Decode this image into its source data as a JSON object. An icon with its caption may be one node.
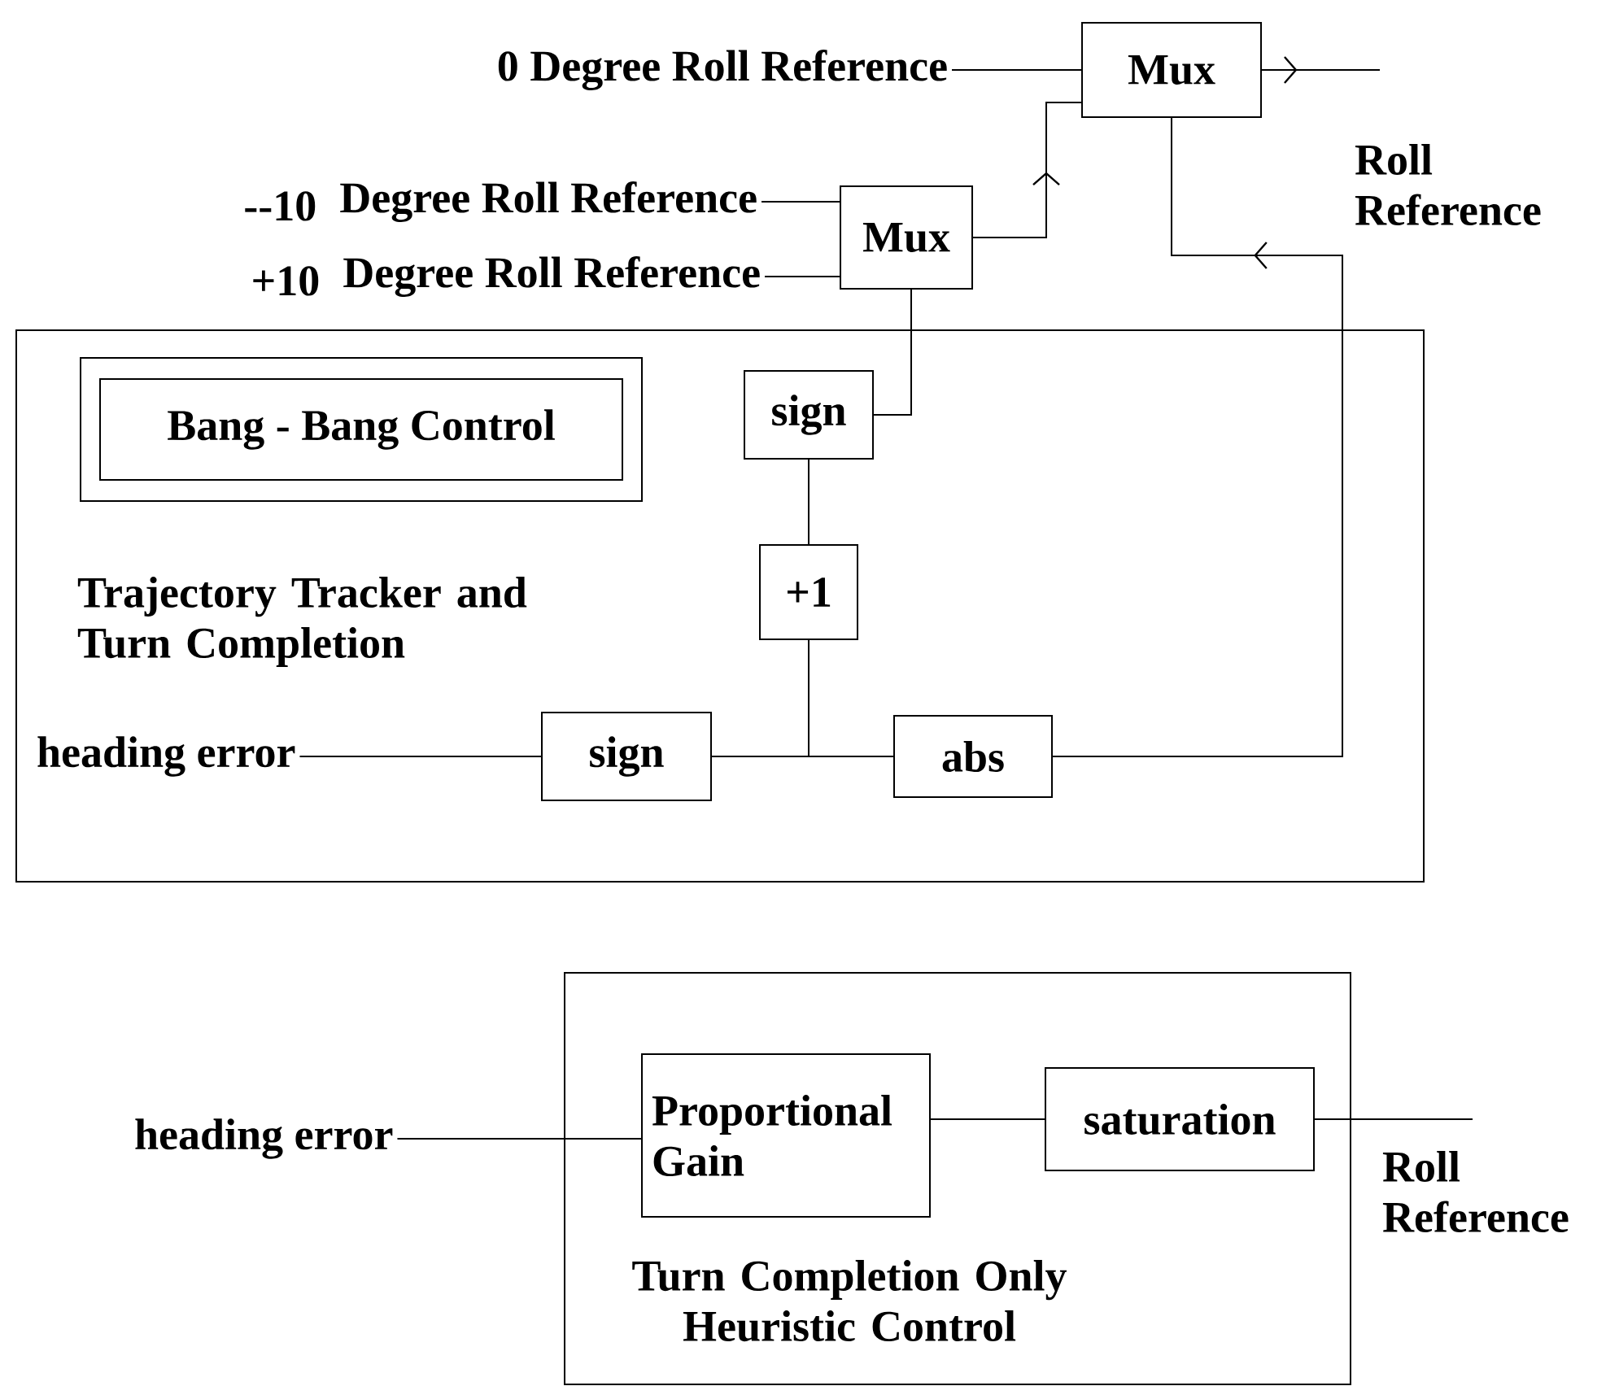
{
  "diagram": {
    "nodes": [
      {
        "text": [
          "0 Degree Roll Reference"
        ]
      },
      {
        "text": [
          "Mux"
        ]
      },
      {
        "text": [
          "Roll Reference"
        ]
      },
      {
        "text": [
          "--10",
          "Degree Roll Reference"
        ]
      },
      {
        "text": [
          "+10",
          "Degree Roll Reference"
        ]
      },
      {
        "text": [
          "Mux"
        ]
      },
      {
        "text": [
          "Trajectory Tracker and Turn Completion"
        ]
      },
      {
        "text": [
          "Bang - Bang Control"
        ],
        "in": 6
      },
      {
        "text": [
          "sign"
        ],
        "in": 6
      },
      {
        "text": [
          "+1"
        ],
        "in": 6
      },
      {
        "text": [
          "heading error"
        ],
        "in": 6
      },
      {
        "text": [
          "sign"
        ],
        "in": 6
      },
      {
        "text": [
          "abs"
        ],
        "in": 6
      },
      {
        "text": [
          "heading error"
        ]
      },
      {
        "text": [
          "Turn Completion Only Heuristic Control"
        ]
      },
      {
        "text": [
          "Proportional Gain"
        ],
        "in": 14
      },
      {
        "text": [
          "saturation"
        ],
        "in": 14
      },
      {
        "text": [
          "Roll Reference"
        ]
      }
    ],
    "edges": [
      {
        "from": 0,
        "to": 1,
        "arrow": "none"
      },
      {
        "from": 1,
        "to": 2,
        "arrow": "to"
      },
      {
        "from": 3,
        "to": 5,
        "arrow": "none"
      },
      {
        "from": 4,
        "to": 5,
        "arrow": "none"
      },
      {
        "from": 5,
        "to": 1,
        "arrow": "to"
      },
      {
        "from": 8,
        "to": 5,
        "arrow": "none"
      },
      {
        "from": 9,
        "to": 8,
        "arrow": "none"
      },
      {
        "from": 11,
        "to": 9,
        "arrow": "none"
      },
      {
        "from": 11,
        "to": 12,
        "arrow": "none"
      },
      {
        "from": 12,
        "to": 1,
        "arrow": "to"
      },
      {
        "from": 10,
        "to": 11,
        "arrow": "none"
      },
      {
        "from": 13,
        "to": 15,
        "arrow": "none"
      },
      {
        "from": 15,
        "to": 16,
        "arrow": "none"
      },
      {
        "from": 16,
        "to": 17,
        "arrow": "none"
      }
    ]
  }
}
